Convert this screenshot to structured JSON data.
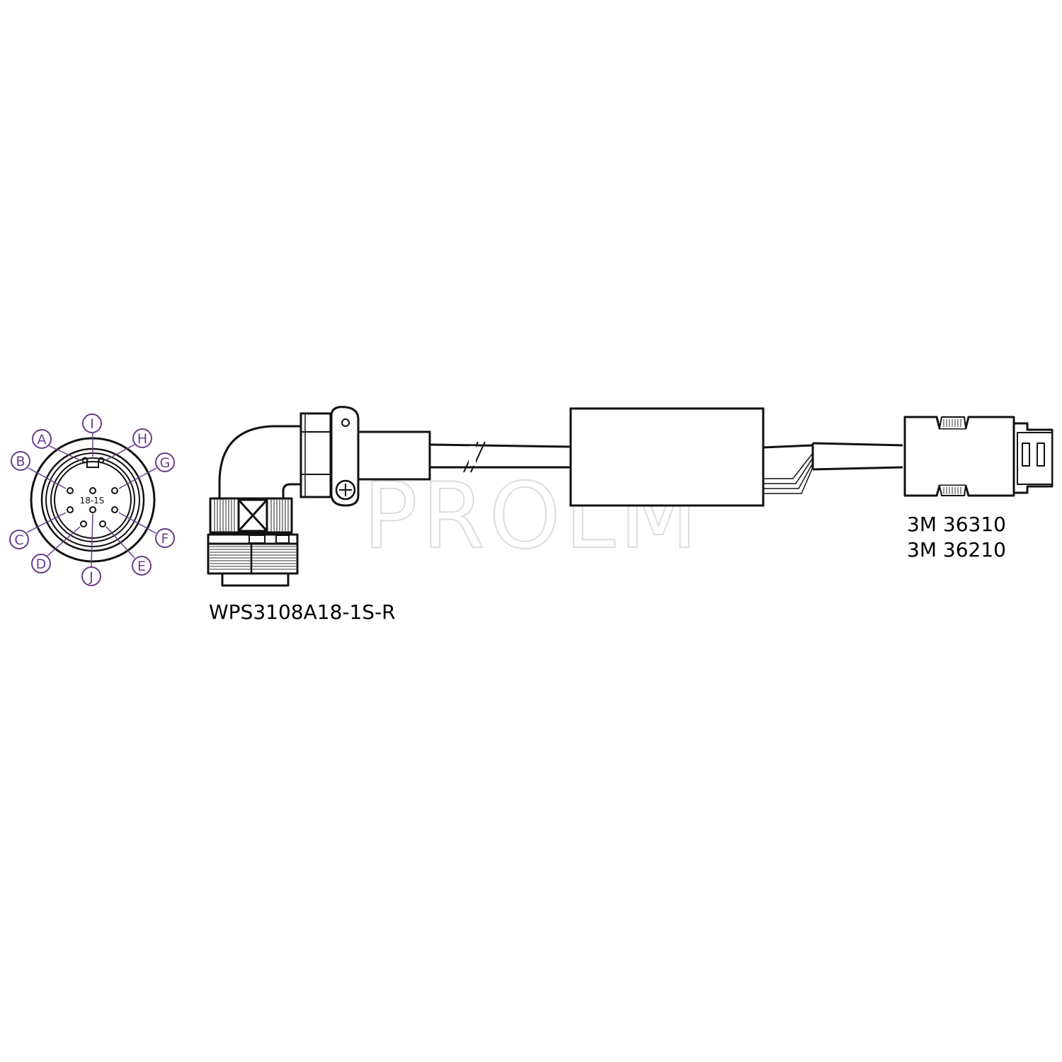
{
  "face": {
    "center_code": "18-1S",
    "pin_letters": [
      "A",
      "B",
      "C",
      "D",
      "E",
      "F",
      "G",
      "H",
      "I",
      "J"
    ]
  },
  "labels": {
    "left_connector": "WPS3108A18-1S-R",
    "right_connector_line1": "3M 36310",
    "right_connector_line2": "3M 36210"
  },
  "watermark": "PROLM",
  "colors": {
    "line": "#111111",
    "pin_label": "#6a3d8a",
    "watermark": "#e6e6e6"
  }
}
